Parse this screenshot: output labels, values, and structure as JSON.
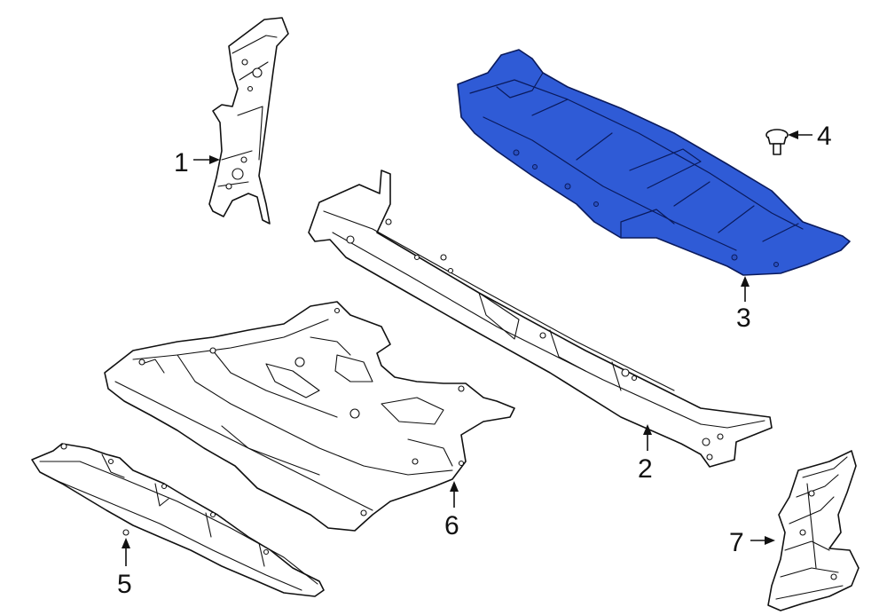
{
  "colors": {
    "highlight_part": "#2f5bd6",
    "line": "#111111",
    "background": "#ffffff"
  },
  "callouts": [
    {
      "id": "1",
      "label": "1"
    },
    {
      "id": "2",
      "label": "2"
    },
    {
      "id": "3",
      "label": "3"
    },
    {
      "id": "4",
      "label": "4"
    },
    {
      "id": "5",
      "label": "5"
    },
    {
      "id": "6",
      "label": "6"
    },
    {
      "id": "7",
      "label": "7"
    }
  ],
  "highlighted_part": "3"
}
